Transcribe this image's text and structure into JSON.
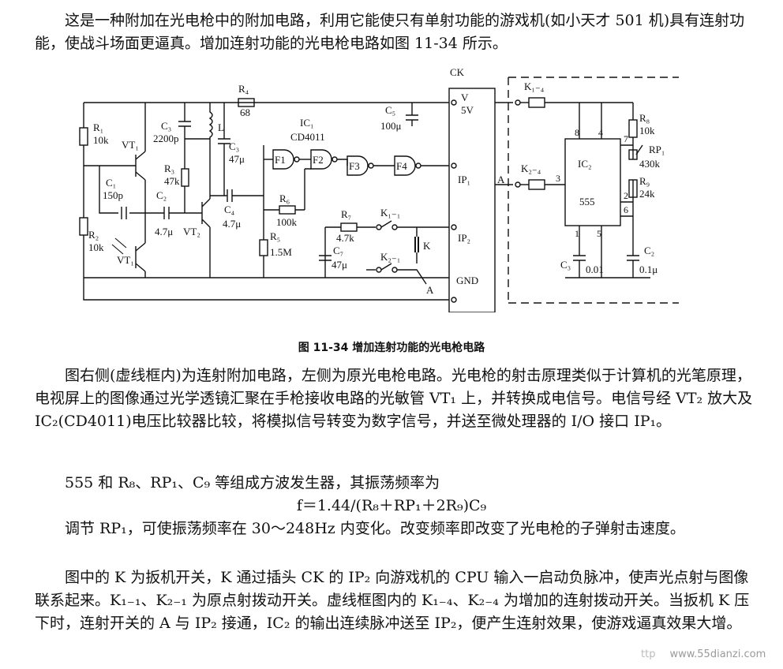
{
  "intro": "这是一种附加在光电枪中的附加电路，利用它能使只有单射功能的游戏机(如小天才 501 机)具有连射功能，使战斗场面更逼真。增加连射功能的光电枪电路如图 11-34 所示。",
  "figure": {
    "caption": "图 11-34    增加连射功能的光电枪电路",
    "labels": {
      "ck": "CK",
      "r4": "R₄",
      "r4_val": "68",
      "ic1": "IC₁",
      "ic1_part": "CD4011",
      "c5": "C₅",
      "c5_val": "100μ",
      "v5v_v": "V",
      "v5v_5": "5V",
      "ip1": "IP₁",
      "ip2": "IP₂",
      "gnd": "GND",
      "a": "A",
      "r1": "R₁",
      "r1_val": "10k",
      "vt1_top": "VT₁",
      "c3a": "C₃",
      "c3a_val": "2200p",
      "l": "L",
      "c3b": "C₃",
      "c3b_val": "47μ",
      "r3": "R₃",
      "r3_val": "47k",
      "c1": "C₁",
      "c1_val": "150p",
      "c2": "C₂",
      "c2_val": "4.7μ",
      "vt2": "VT₂",
      "c4": "C₄",
      "c4_val": "4.7μ",
      "r6": "R₆",
      "r6_val": "100k",
      "r5": "R₅",
      "r5_val": "1.5M",
      "r2": "R₂",
      "r2_val": "10k",
      "vt1_bot": "VT₁",
      "f1": "F1",
      "f2": "F2",
      "f3": "F3",
      "f4": "F4",
      "r7": "R₇",
      "r7_val": "4.7k",
      "c7": "C₇",
      "c7_val": "47μ",
      "k11": "K₁₋₁",
      "k21": "K₂₋₁",
      "k": "K",
      "a_sw": "A",
      "k14": "K₁₋₄",
      "k24": "K₂₋₄",
      "ic2": "IC₂",
      "ic2_part": "555",
      "pin8": "8",
      "pin4": "4",
      "pin7": "7",
      "pin3": "3",
      "pin2": "2",
      "pin6": "6",
      "pin1": "1",
      "pin5": "5",
      "r8": "R₈",
      "r8_val": "10k",
      "rp1": "RP₁",
      "rp1_val": "430k",
      "r9": "R₉",
      "r9_val": "24k",
      "c3c": "C₃",
      "c3c_val": "0.01",
      "c2b": "C₂",
      "c2b_val": "0.1μ"
    }
  },
  "p_principle": "图右侧(虚线框内)为连射附加电路，左侧为原光电枪电路。光电枪的射击原理类似于计算机的光笔原理，电视屏上的图像通过光学透镜汇聚在手枪接收电路的光敏管 VT₁ 上，并转换成电信号。电信号经 VT₂ 放大及 IC₂(CD4011)电压比较器比较，将模拟信号转变为数字信号，并送至微处理器的 I/O 接口 IP₁。",
  "p_555": "555 和 R₈、RP₁、C₉ 等组成方波发生器，其振荡频率为",
  "formula": "f＝1.44/(R₈＋RP₁＋2R₉)C₉",
  "p_rp1": "调节 RP₁，可使振荡频率在 30～248Hz 内变化。改变频率即改变了光电枪的子弹射击速度。",
  "p_k": "图中的 K 为扳机开关，K 通过插头 CK 的 IP₂ 向游戏机的 CPU 输入一启动负脉冲，使声光点射与图像联系起来。K₁₋₁、K₂₋₁ 为原点射拨动开关。虚线框图内的 K₁₋₄、K₂₋₄ 为增加的连射拨动开关。当扳机 K 压下时，连射开关的 A 与 IP₂ 接通，IC₂ 的输出连续脉冲送至 IP₂，便产生连射效果，使游戏逼真效果大增。",
  "watermark": {
    "prefix": "ttp",
    "site": "www.55dianzi.com"
  }
}
